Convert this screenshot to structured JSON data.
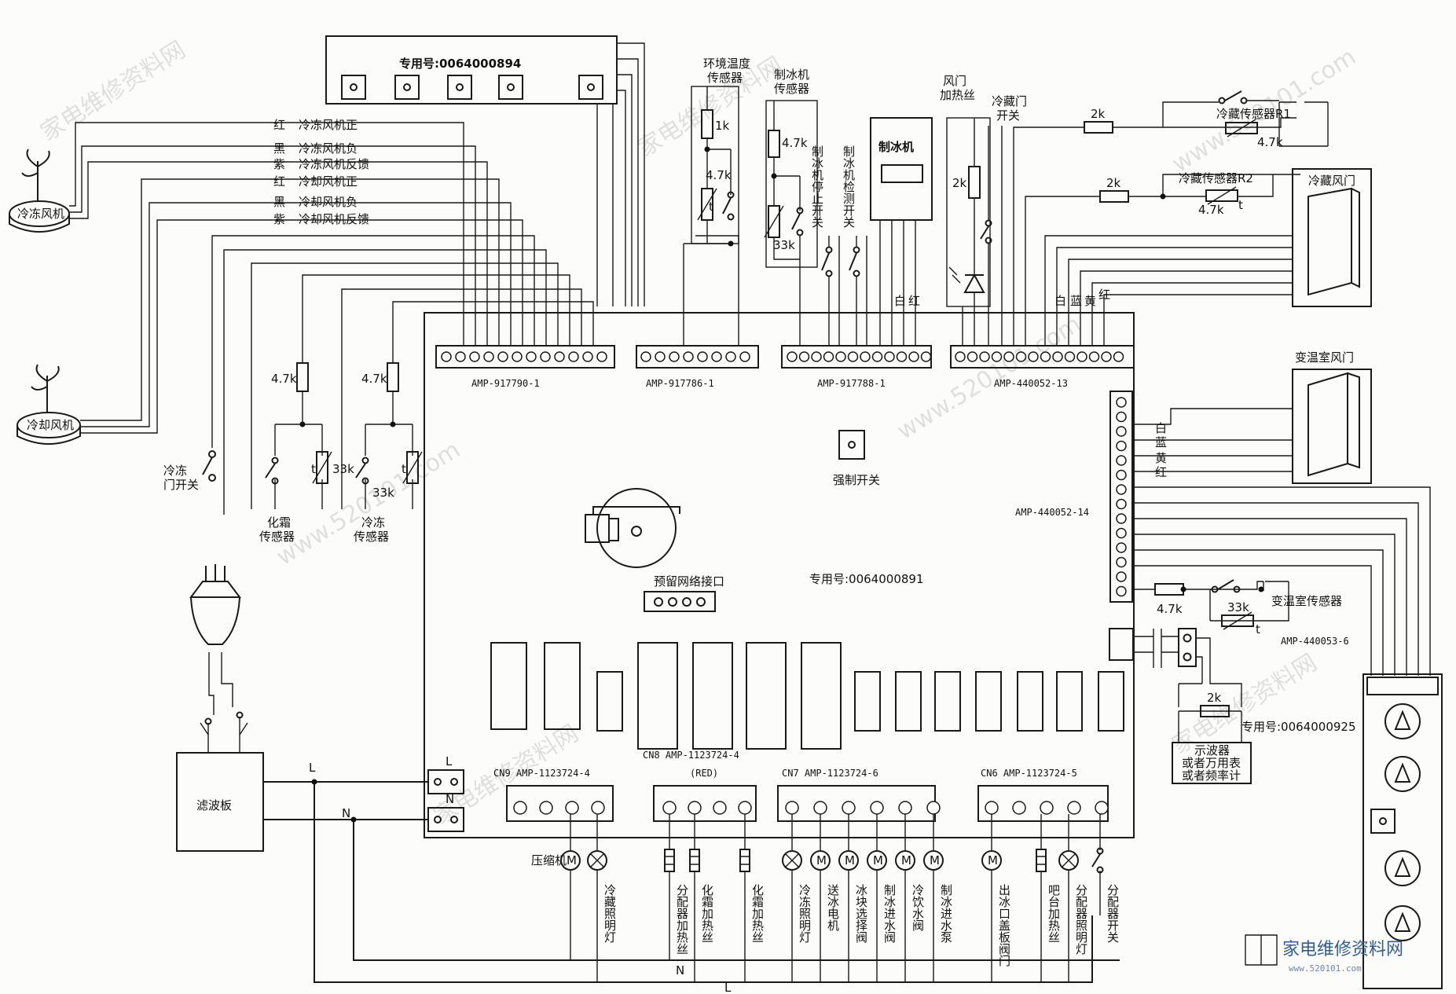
{
  "board": {
    "part_no": "专用号:0064000891",
    "force_switch": "强制开关",
    "net_port": "预留网络接口"
  },
  "key_panel": {
    "part_no": "专用号:0064000894"
  },
  "display_panel": {
    "part_no": "专用号:0064000925"
  },
  "connectors": {
    "c1": "AMP-917790-1",
    "c2": "AMP-917786-1",
    "c3": "AMP-917788-1",
    "c4": "AMP-440052-13",
    "c5": "AMP-440052-14",
    "c6": "AMP-440053-6",
    "cn9": "CN9  AMP-1123724-4",
    "cn8": "CN8  AMP-1123724-4",
    "cn8_note": "(RED)",
    "cn7": "CN7   AMP-1123724-6",
    "cn6": "CN6  AMP-1123724-5"
  },
  "fans": {
    "freezer": "冷冻风机",
    "cooling": "冷却风机",
    "wires": [
      {
        "color": "红",
        "label": "冷冻风机正"
      },
      {
        "color": "黑",
        "label": "冷冻风机负"
      },
      {
        "color": "紫",
        "label": "冷冻风机反馈"
      },
      {
        "color": "红",
        "label": "冷却风机正"
      },
      {
        "color": "黑",
        "label": "冷却风机负"
      },
      {
        "color": "紫",
        "label": "冷却风机反馈"
      }
    ]
  },
  "sensors": {
    "ambient": "环境温度\n传感器",
    "ambient_l1": "环境温度",
    "ambient_l2": "传感器",
    "icemaker_l1": "制冰机",
    "icemaker_l2": "传感器",
    "defrost_l1": "化霜",
    "defrost_l2": "传感器",
    "freezer_l1": "冷冻",
    "freezer_l2": "传感器",
    "fridge_r1": "冷藏传感器R1",
    "fridge_r2": "冷藏传感器R2",
    "variable": "变温室传感器"
  },
  "switches": {
    "freezer_door_l1": "冷冻",
    "freezer_door_l2": "门开关",
    "ice_stop": "制冰机停止开关",
    "ice_detect": "制冰机检测开关",
    "fridge_door_l1": "冷藏门",
    "fridge_door_l2": "开关",
    "damper_heater_l1": "风门",
    "damper_heater_l2": "加热丝"
  },
  "components": {
    "icemaker": "制冰机",
    "fridge_damper": "冷藏风门",
    "variable_damper": "变温室风门",
    "filter": "滤波板",
    "scope_l1": "示波器",
    "scope_l2": "或者万用表",
    "scope_l3": "或者频率计"
  },
  "wire_colors": {
    "white": "白",
    "red": "红",
    "blue": "蓝",
    "yellow": "黄"
  },
  "values": {
    "r1k": "1k",
    "r2k": "2k",
    "r47k": "4.7k",
    "r33k": "33k",
    "t": "t"
  },
  "power": {
    "L": "L",
    "N": "N"
  },
  "loads": [
    "压缩机",
    "冷藏照明灯",
    "分配器加热丝",
    "化霜加热丝",
    "化霜加热丝",
    "冷冻照明灯",
    "送冰电机",
    "冰块选择阀",
    "制冰进水阀",
    "冷饮水阀",
    "制冰进水泵",
    "出冰口盖板阀门",
    "吧台加热丝",
    "分配器照明灯",
    "分配器开关"
  ],
  "watermark": {
    "cn": "家电维修资料网",
    "url": "www.520101.com",
    "logo_cn": "家电维修资料网",
    "logo_url": "www.520101.com"
  }
}
